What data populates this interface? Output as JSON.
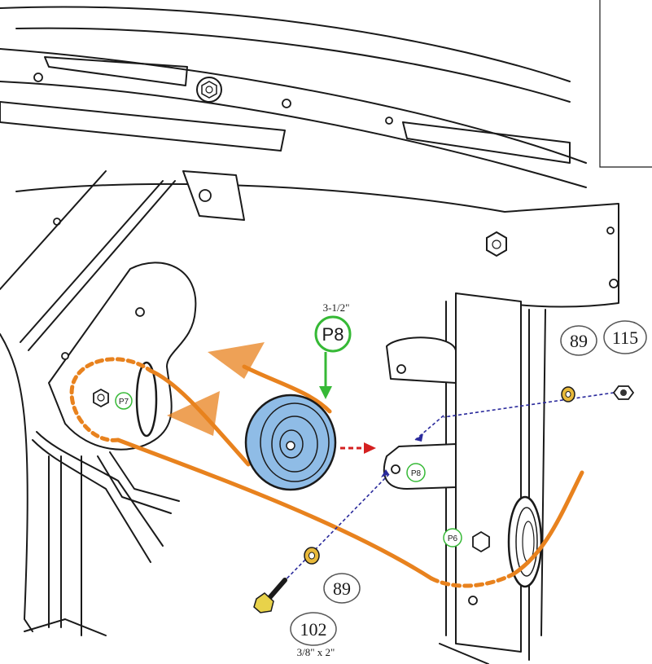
{
  "colors": {
    "belt": "#e8821e",
    "pulley_fill": "#8fbce6",
    "p_circle": "#36b936",
    "dashed_guide": "#2a2a9c",
    "red_arrow": "#d42020",
    "washer": "#e8b93a",
    "bolt": "#e8d24a"
  },
  "pulley_p8": {
    "label": "P8",
    "size": "3-1/2\""
  },
  "pulley_labels": {
    "p7": "P7",
    "p8_mount": "P8",
    "p6": "P6"
  },
  "callouts": {
    "washer_upper": "89",
    "nut": "115",
    "washer_lower": "89",
    "bolt": "102",
    "bolt_size": "3/8\" x 2\""
  },
  "icons": {
    "belt": "belt-path",
    "pulley": "idler-pulley-icon",
    "bolt": "bolt-icon",
    "washer": "washer-icon",
    "nut": "nut-icon"
  }
}
